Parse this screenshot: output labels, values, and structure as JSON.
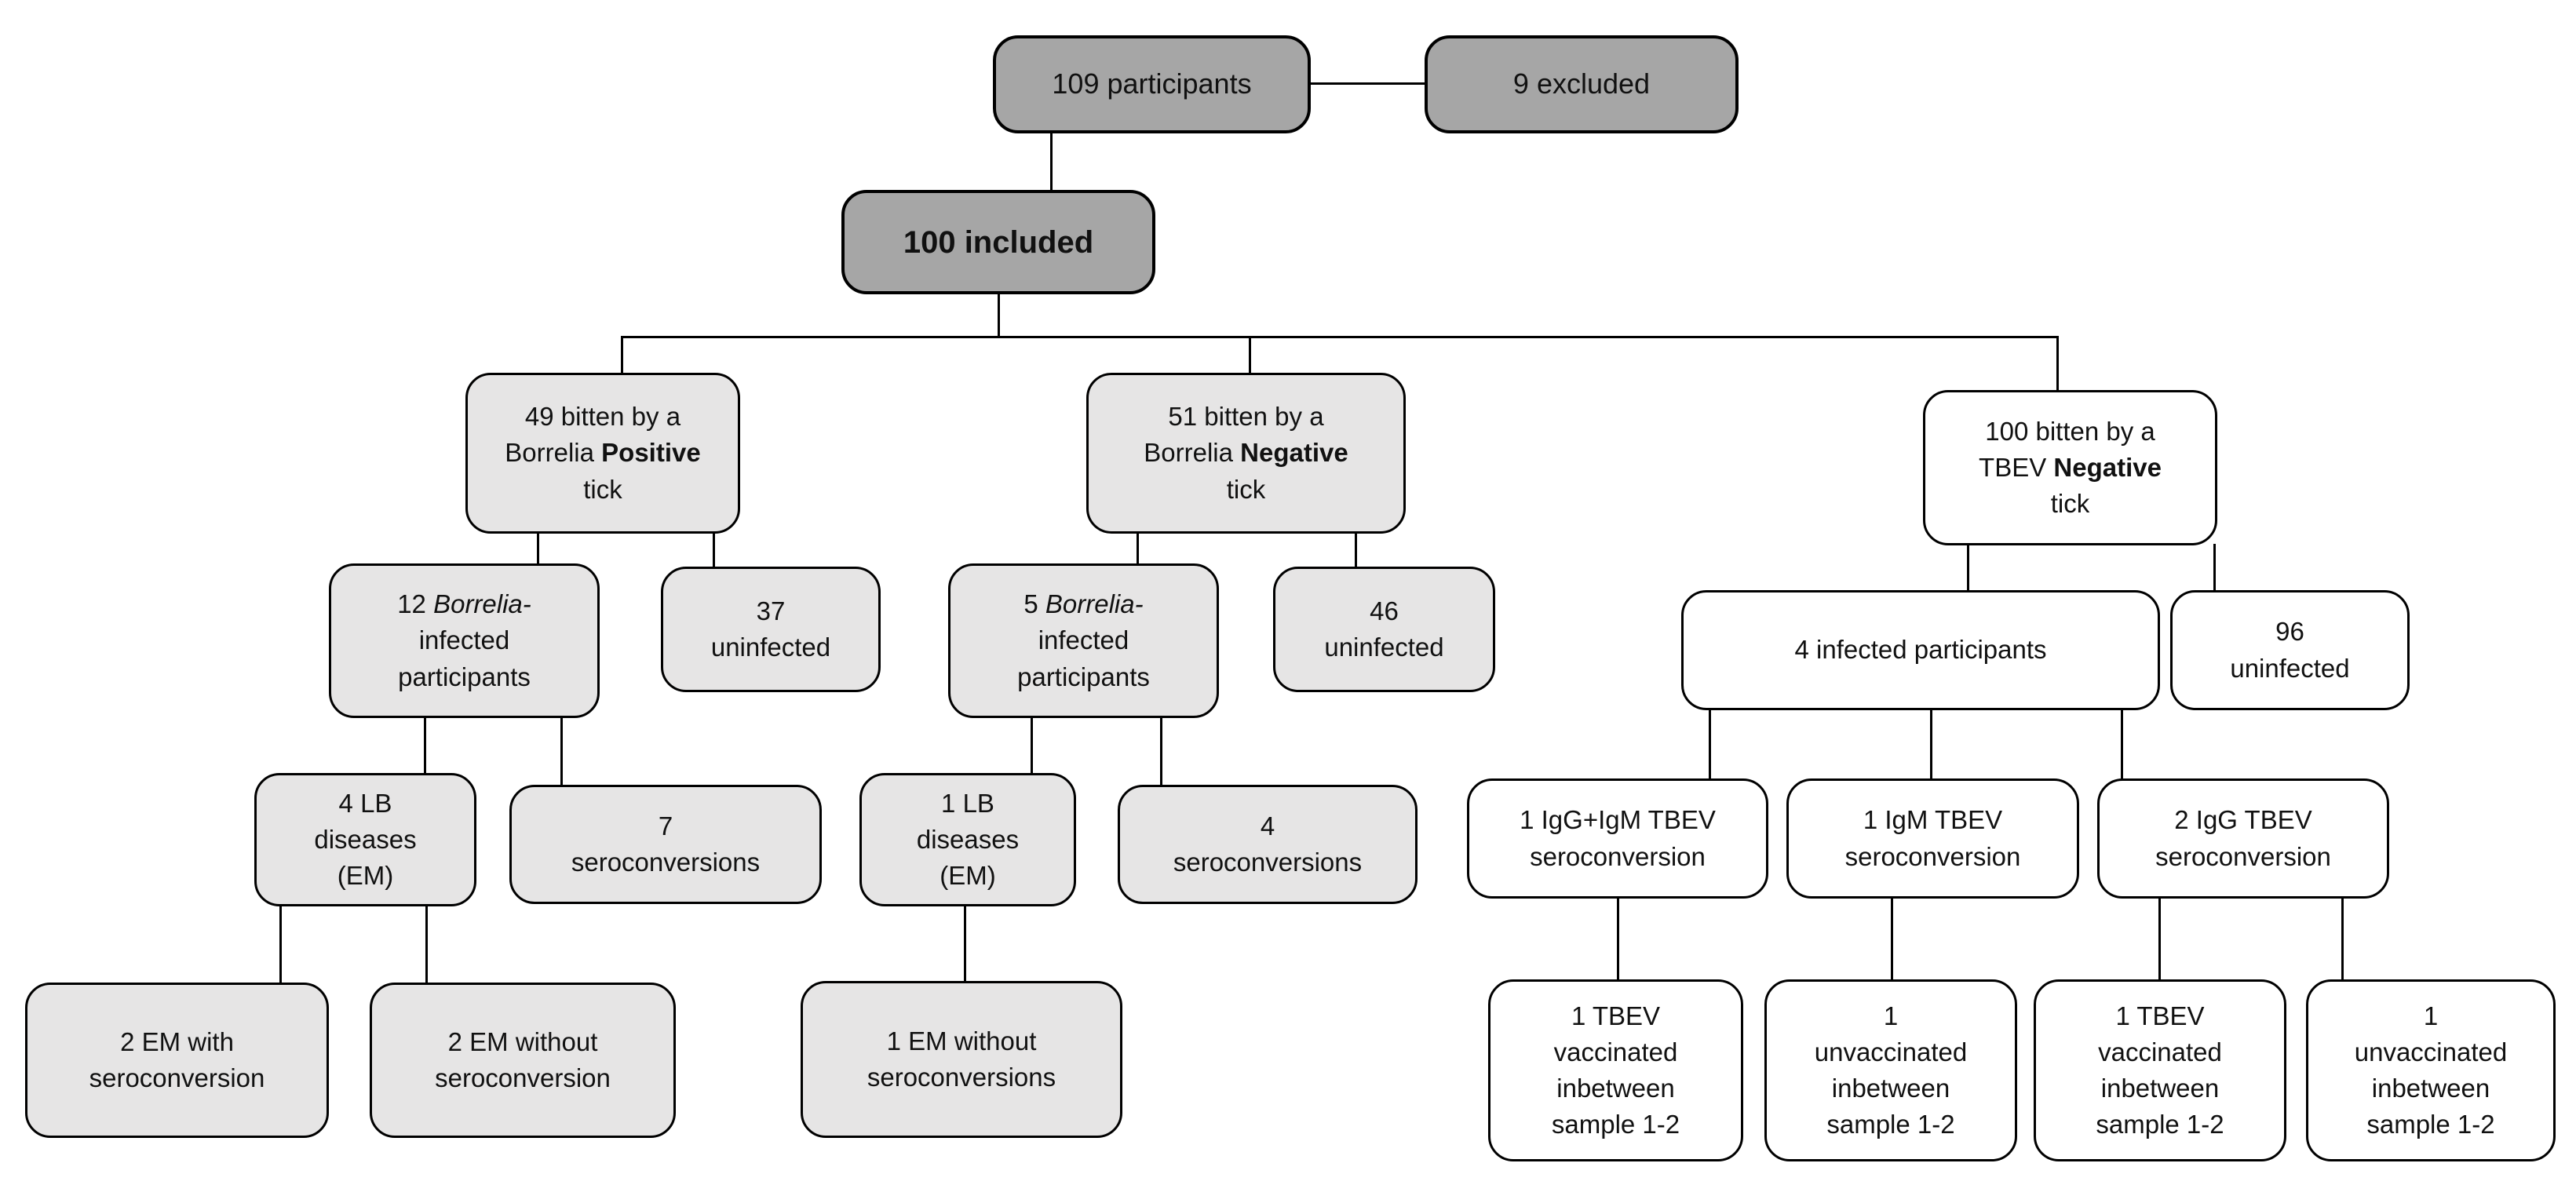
{
  "diagram": {
    "type": "flowchart",
    "description": "Participant flow of tick-bitten study: Borrelia positive/negative and TBEV negative tick bites with infection and seroconversion outcomes"
  },
  "colors": {
    "dark_box_fill": "#a6a6a6",
    "light_box_fill": "#e6e5e5",
    "white_box_fill": "#ffffff",
    "border": "#000000",
    "connector": "#000000"
  },
  "nodes": {
    "participants_109": {
      "label": "109 participants"
    },
    "excluded_9": {
      "label": "9 excluded"
    },
    "included_100": {
      "label": "100 included"
    },
    "borrelia_pos_49": {
      "pre": "49 bitten by a\nBorrelia ",
      "bold": "Positive",
      "post": "\ntick"
    },
    "borrelia_neg_51": {
      "pre": "51 bitten by a\nBorrelia ",
      "bold": "Negative",
      "post": "\ntick"
    },
    "tbev_neg_100": {
      "pre": "100 bitten by a\nTBEV ",
      "bold": "Negative",
      "post": "\ntick"
    },
    "borrelia_infected_12": {
      "pre": "12 ",
      "italic": "Borrelia-",
      "post": "\ninfected\nparticipants"
    },
    "uninfected_37": {
      "label": "37\nuninfected"
    },
    "borrelia_infected_5": {
      "pre": "5 ",
      "italic": "Borrelia-",
      "post": "\ninfected\nparticipants"
    },
    "uninfected_46": {
      "label": "46\nuninfected"
    },
    "infected_4": {
      "label": "4 infected participants"
    },
    "uninfected_96": {
      "label": "96\nuninfected"
    },
    "lb_diseases_4": {
      "label": "4 LB\ndiseases\n(EM)"
    },
    "seroconversions_7": {
      "label": "7\nseroconversions"
    },
    "lb_diseases_1": {
      "label": "1 LB\ndiseases\n(EM)"
    },
    "seroconversions_4": {
      "label": "4\nseroconversions"
    },
    "em_with_sero_2": {
      "label": "2 EM with\nseroconversion"
    },
    "em_without_sero_2": {
      "label": "2 EM without\nseroconversion"
    },
    "em_without_sero_1": {
      "label": "1 EM without\nseroconversions"
    },
    "igg_igm_tbev_sero_1": {
      "label": "1 IgG+IgM TBEV\nseroconversion"
    },
    "igm_tbev_sero_1": {
      "label": "1 IgM TBEV\nseroconversion"
    },
    "igg_tbev_sero_2": {
      "label": "2 IgG TBEV\nseroconversion"
    },
    "tbev_vaccinated_a": {
      "label": "1 TBEV\nvaccinated\ninbetween\nsample 1-2"
    },
    "unvaccinated_a": {
      "label": "1\nunvaccinated\ninbetween\nsample 1-2"
    },
    "tbev_vaccinated_b": {
      "label": "1 TBEV\nvaccinated\ninbetween\nsample 1-2"
    },
    "unvaccinated_b": {
      "label": "1\nunvaccinated\ninbetween\nsample 1-2"
    }
  },
  "edges": [
    {
      "from": "participants_109",
      "to": "excluded_9"
    },
    {
      "from": "participants_109",
      "to": "included_100"
    },
    {
      "from": "included_100",
      "to": "borrelia_pos_49"
    },
    {
      "from": "included_100",
      "to": "borrelia_neg_51"
    },
    {
      "from": "included_100",
      "to": "tbev_neg_100"
    },
    {
      "from": "borrelia_pos_49",
      "to": "borrelia_infected_12"
    },
    {
      "from": "borrelia_pos_49",
      "to": "uninfected_37"
    },
    {
      "from": "borrelia_neg_51",
      "to": "borrelia_infected_5"
    },
    {
      "from": "borrelia_neg_51",
      "to": "uninfected_46"
    },
    {
      "from": "tbev_neg_100",
      "to": "infected_4"
    },
    {
      "from": "tbev_neg_100",
      "to": "uninfected_96"
    },
    {
      "from": "borrelia_infected_12",
      "to": "lb_diseases_4"
    },
    {
      "from": "borrelia_infected_12",
      "to": "seroconversions_7"
    },
    {
      "from": "borrelia_infected_5",
      "to": "lb_diseases_1"
    },
    {
      "from": "borrelia_infected_5",
      "to": "seroconversions_4"
    },
    {
      "from": "lb_diseases_4",
      "to": "em_with_sero_2"
    },
    {
      "from": "lb_diseases_4",
      "to": "em_without_sero_2"
    },
    {
      "from": "lb_diseases_1",
      "to": "em_without_sero_1"
    },
    {
      "from": "infected_4",
      "to": "igg_igm_tbev_sero_1"
    },
    {
      "from": "infected_4",
      "to": "igm_tbev_sero_1"
    },
    {
      "from": "infected_4",
      "to": "igg_tbev_sero_2"
    },
    {
      "from": "igg_igm_tbev_sero_1",
      "to": "tbev_vaccinated_a"
    },
    {
      "from": "igm_tbev_sero_1",
      "to": "unvaccinated_a"
    },
    {
      "from": "igg_tbev_sero_2",
      "to": "tbev_vaccinated_b"
    },
    {
      "from": "igg_tbev_sero_2",
      "to": "unvaccinated_b"
    }
  ]
}
